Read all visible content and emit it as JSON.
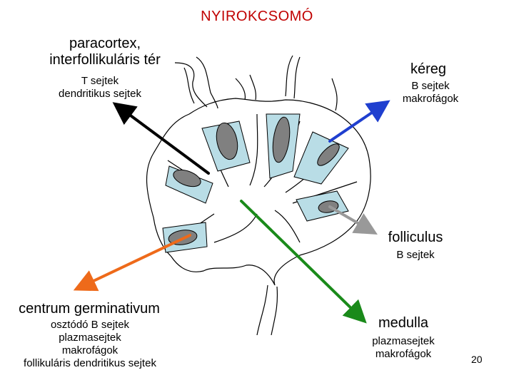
{
  "title": "NYIROKCSOMÓ",
  "labels": {
    "paracortex": {
      "heading_line1": "paracortex,",
      "heading_line2": "interfollikuláris tér",
      "detail_line1": "T sejtek",
      "detail_line2": "dendritikus sejtek",
      "arrow_color": "#000000"
    },
    "kereg": {
      "heading": "kéreg",
      "detail_line1": "B sejtek",
      "detail_line2": "makrofágok",
      "arrow_color": "#1f3fcf"
    },
    "folliculus": {
      "heading": "folliculus",
      "detail": "B sejtek",
      "arrow_color": "#999999"
    },
    "centrum": {
      "heading": "centrum germinativum",
      "detail_line1": "osztódó B sejtek",
      "detail_line2": "plazmasejtek",
      "detail_line3": "makrofágok",
      "detail_line4": "follikuláris dendritikus sejtek",
      "arrow_color": "#ee6a1a"
    },
    "medulla": {
      "heading": "medulla",
      "detail_line1": "plazmasejtek",
      "detail_line2": "makrofágok",
      "arrow_color": "#1a8a1a"
    }
  },
  "colors": {
    "follicle_fill": "#b9dde6",
    "center_fill": "#808080",
    "title_color": "#c00000"
  },
  "page_number": "20"
}
